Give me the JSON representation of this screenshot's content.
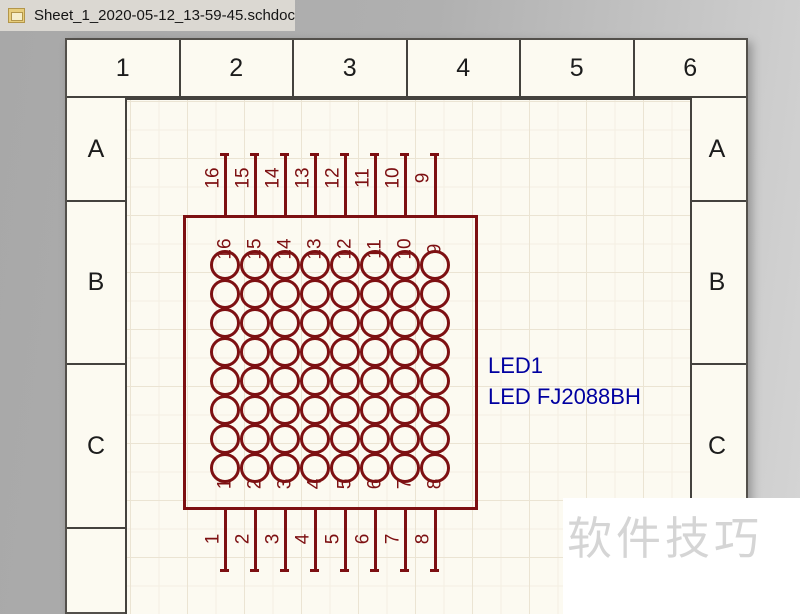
{
  "tab": {
    "title": "Sheet_1_2020-05-12_13-59-45.schdoc",
    "icon": "schematic-doc-icon"
  },
  "sheet_border": {
    "columns": [
      "1",
      "2",
      "3",
      "4",
      "5",
      "6"
    ],
    "rows": [
      "A",
      "B",
      "C"
    ]
  },
  "component": {
    "designator": "LED1",
    "comment": "LED FJ2088BH",
    "top_pin_numbers": [
      "16",
      "15",
      "14",
      "13",
      "12",
      "11",
      "10",
      "9"
    ],
    "bottom_pin_numbers": [
      "1",
      "2",
      "3",
      "4",
      "5",
      "6",
      "7",
      "8"
    ],
    "matrix_rows": 8,
    "matrix_cols": 8
  },
  "watermark": {
    "text": "软件技巧"
  },
  "colors": {
    "schematic_red": "#7d1012",
    "designator_blue": "#0000a0",
    "sheet_background": "#fcfaf1",
    "border_line": "#44423e",
    "grid_major": "#ebe4d3",
    "grid_minor": "#f4efe2",
    "watermark_gray": "#d5d5d5"
  }
}
